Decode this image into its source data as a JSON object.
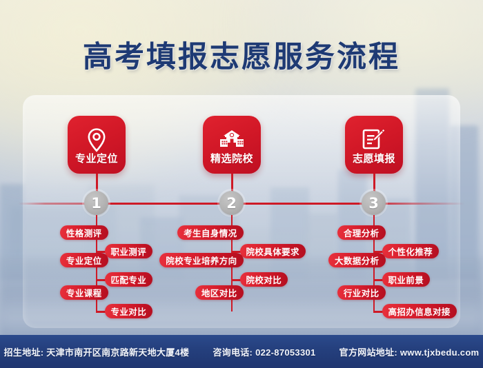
{
  "title": "高考填报志愿服务流程",
  "theme": {
    "accent_red": "#ce1a26",
    "title_blue": "#1e3a74",
    "footer_blue": "#25407e",
    "node_gray": "#b4b4b4"
  },
  "steps": [
    {
      "number": "1",
      "label": "专业定位",
      "icon": "location-pin-icon"
    },
    {
      "number": "2",
      "label": "精选院校",
      "icon": "school-building-icon"
    },
    {
      "number": "3",
      "label": "志愿填报",
      "icon": "document-pencil-icon"
    }
  ],
  "branches": [
    {
      "step": "1",
      "items": [
        {
          "text": "性格测评",
          "side": "left"
        },
        {
          "text": "职业测评",
          "side": "right"
        },
        {
          "text": "专业定位",
          "side": "left"
        },
        {
          "text": "匹配专业",
          "side": "right"
        },
        {
          "text": "专业课程",
          "side": "left"
        },
        {
          "text": "专业对比",
          "side": "right"
        }
      ]
    },
    {
      "step": "2",
      "items": [
        {
          "text": "考生自身情况",
          "side": "left"
        },
        {
          "text": "院校具体要求",
          "side": "right"
        },
        {
          "text": "院校专业培养方向",
          "side": "left"
        },
        {
          "text": "院校对比",
          "side": "right"
        },
        {
          "text": "地区对比",
          "side": "left"
        }
      ]
    },
    {
      "step": "3",
      "items": [
        {
          "text": "合理分析",
          "side": "left"
        },
        {
          "text": "个性化推荐",
          "side": "right"
        },
        {
          "text": "大数据分析",
          "side": "left"
        },
        {
          "text": "职业前景",
          "side": "right"
        },
        {
          "text": "行业对比",
          "side": "left"
        },
        {
          "text": "高招办信息对接",
          "side": "right"
        }
      ]
    }
  ],
  "footer": {
    "address": "招生地址: 天津市南开区南京路新天地大厦4楼",
    "phone": "咨询电话: 022-87053301",
    "website": "官方网站地址: www.tjxbedu.com"
  }
}
